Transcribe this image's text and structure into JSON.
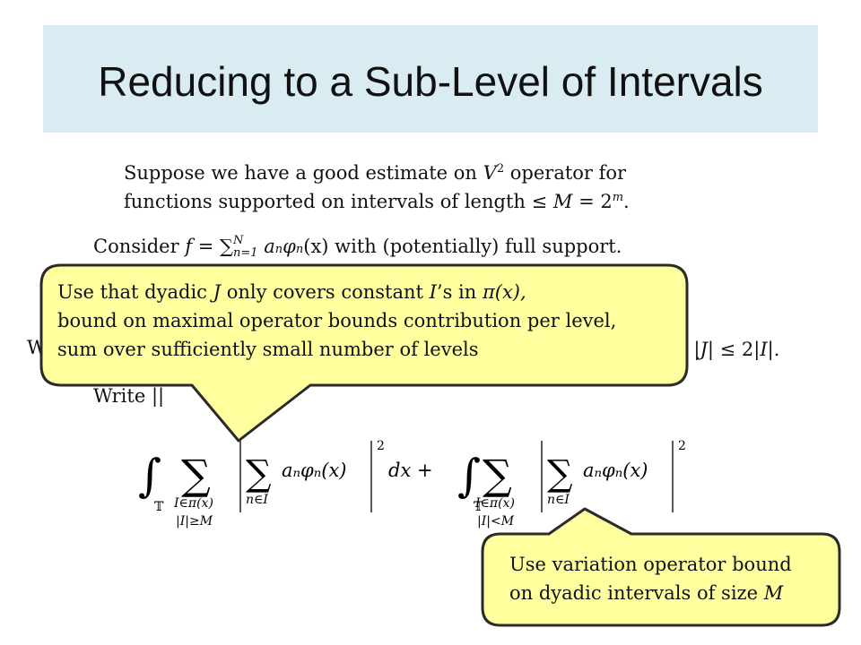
{
  "slide": {
    "title": "Reducing to a Sub-Level of Intervals"
  },
  "body": {
    "suppose_l1_a": "Suppose we have a good estimate on ",
    "suppose_v": "V",
    "suppose_exp": "2",
    "suppose_l1_b": " operator for",
    "suppose_l2_a": "functions supported on intervals of length ≤ ",
    "suppose_M": "M",
    "suppose_eq": " = 2",
    "suppose_m": "m",
    "suppose_dot": ".",
    "consider_a": "Consider ",
    "consider_f": "f",
    "consider_eq": " = ∑",
    "consider_N": "N",
    "consider_n1": "n=1",
    "consider_an": " a",
    "consider_phi": "φ",
    "consider_x": "(x)",
    "consider_b": " with (potentially) full support.",
    "w_fragment": "W",
    "right_fragment_a": ". |",
    "right_J": "J",
    "right_fragment_b": "| ≤ 2|",
    "right_I": "I",
    "right_fragment_c": "|.",
    "write_fragment": "Write ||"
  },
  "formula": {
    "integral": "∫",
    "torus": "𝕋",
    "sum": "∑",
    "sub_I_in_pi": "I∈π(x)",
    "cond_geq": "|I|≥M",
    "cond_lt": "|I|<M",
    "sub_n_in_I": "n∈I",
    "term": "aₙφₙ(x)",
    "square": "2",
    "dx_plus": "dx +"
  },
  "callouts": {
    "upper": {
      "line1_a": "Use that dyadic ",
      "line1_J": "J",
      "line1_b": " only covers constant ",
      "line1_I": "I",
      "line1_c": "’s in ",
      "line1_pi": "π(x),",
      "line2": "bound on maximal operator bounds contribution per level,",
      "line3": "sum over sufficiently small number of levels"
    },
    "lower": {
      "line1": "Use variation operator bound",
      "line2_a": "on dyadic intervals of size ",
      "line2_M": "M"
    }
  },
  "colors": {
    "title_bg": "#d9ecf2",
    "callout_fill": "#ffff9e",
    "callout_border": "#2b2b2b"
  }
}
